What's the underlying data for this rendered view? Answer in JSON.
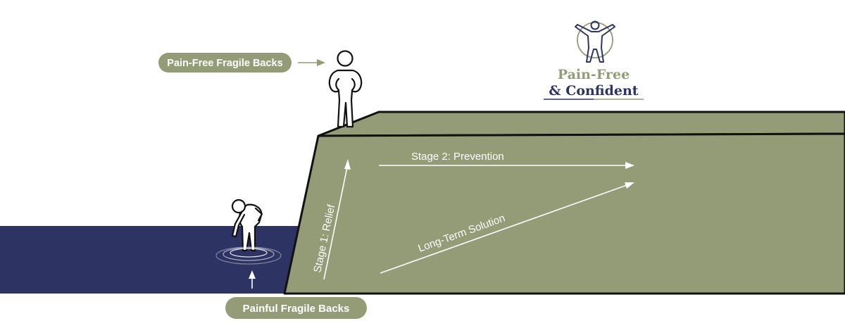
{
  "labels": {
    "top_pill": "Pain-Free Fragile Backs",
    "bottom_pill": "Painful Fragile Backs",
    "stage1": "Stage 1: Relief",
    "stage2": "Stage 2: Prevention",
    "long_term": "Long-Term Solution"
  },
  "logo": {
    "line1": "Pain-Free",
    "line2": "& Confident"
  },
  "colors": {
    "green": "#939c76",
    "navy": "#2d3363",
    "white": "#ffffff",
    "outline": "#111111",
    "pill": "#939c76"
  }
}
